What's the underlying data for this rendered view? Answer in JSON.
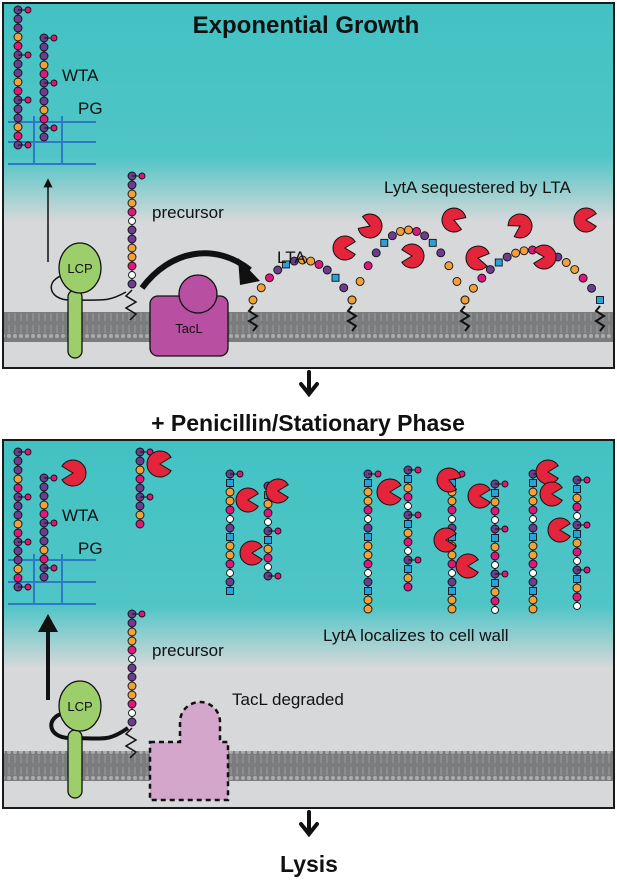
{
  "panel_top": {
    "title": "Exponential Growth",
    "labels": {
      "wta": "WTA",
      "pg": "PG",
      "precursor": "precursor",
      "lta": "LTA",
      "lyta_note": "LytA sequestered by LTA",
      "lcp": "LCP",
      "tacl": "TacL"
    }
  },
  "transition": {
    "label": "+ Penicillin/Stationary Phase"
  },
  "panel_bottom": {
    "labels": {
      "wta": "WTA",
      "pg": "PG",
      "precursor": "precursor",
      "lyta_note": "LytA localizes to cell wall",
      "lcp": "LCP",
      "tacl_note": "TacL degraded"
    }
  },
  "outcome": {
    "label": "Lysis"
  },
  "colors": {
    "wall_teal": "#43c2c3",
    "cytoplasm_grey": "#d7d8da",
    "membrane": "#7b7c7e",
    "purple_bead": "#6c3d8f",
    "orange_bead": "#f2a03a",
    "magenta_bead": "#e0167c",
    "blue_square": "#2aa1d8",
    "lyta_red": "#e3243b",
    "lcp_green": "#9ccf6b",
    "tacl_pink": "#b84fa1",
    "tacl_degraded": "#d4a6cc",
    "pg_blue": "#2f78c4"
  }
}
